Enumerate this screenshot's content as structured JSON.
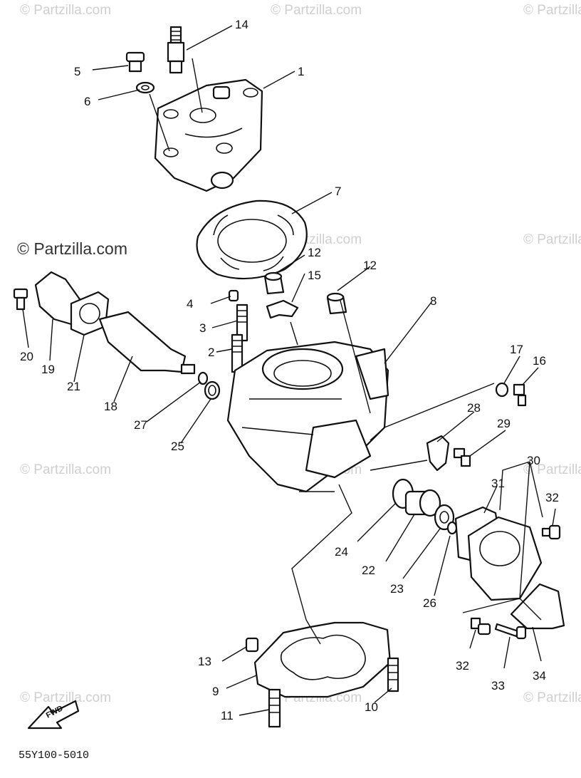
{
  "watermark": {
    "brand_text": "© Partzilla.com",
    "faint_text": "© Partzilla.com"
  },
  "diagram_code": "55Y100-5010",
  "fwd_label": "FWD",
  "callouts": {
    "p1": "1",
    "p2": "2",
    "p3": "3",
    "p4": "4",
    "p5": "5",
    "p6": "6",
    "p7": "7",
    "p8": "8",
    "p9": "9",
    "p10": "10",
    "p11": "11",
    "p12a": "12",
    "p12b": "12",
    "p13": "13",
    "p14": "14",
    "p15": "15",
    "p16": "16",
    "p17": "17",
    "p18": "18",
    "p19": "19",
    "p20": "20",
    "p21": "21",
    "p22": "22",
    "p23": "23",
    "p24": "24",
    "p25": "25",
    "p26": "26",
    "p27": "27",
    "p28": "28",
    "p29": "29",
    "p30": "30",
    "p31": "31",
    "p32a": "32",
    "p32b": "32",
    "p33": "33",
    "p34": "34"
  }
}
